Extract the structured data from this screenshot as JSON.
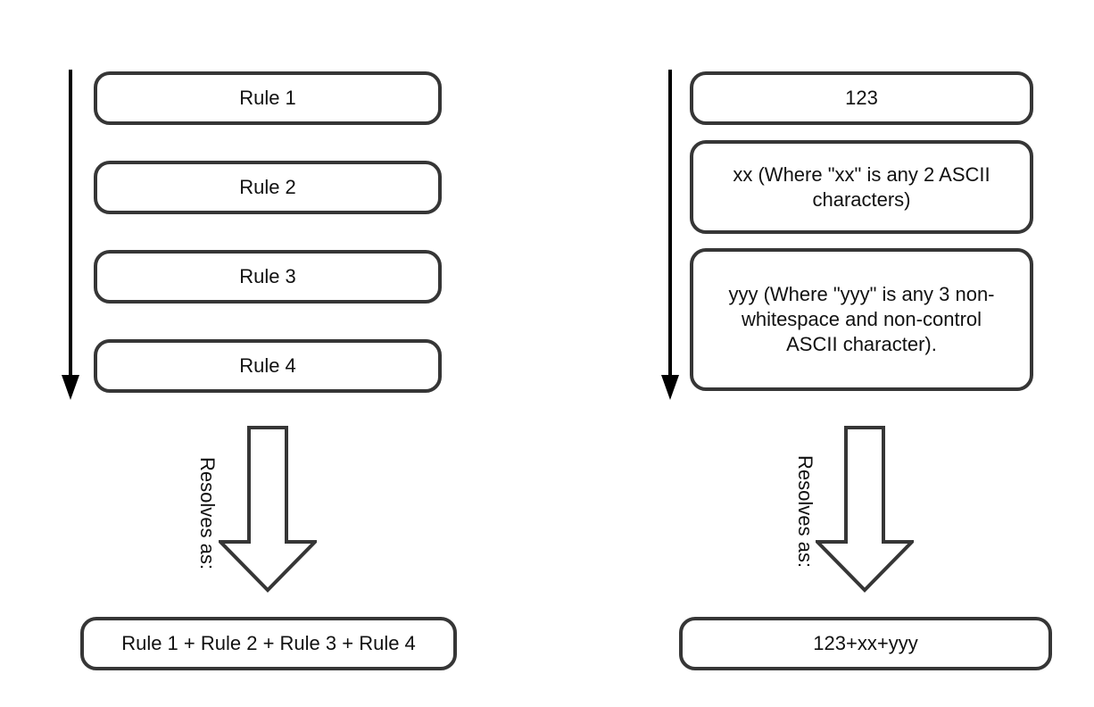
{
  "diagram": {
    "left_flow": {
      "rules": [
        "Rule 1",
        "Rule 2",
        "Rule 3",
        "Rule 4"
      ],
      "resolves_label": "Resolves as:",
      "result": "Rule 1 + Rule 2 + Rule 3 + Rule 4"
    },
    "right_flow": {
      "rules": [
        "123",
        "xx (Where \"xx\" is any 2 ASCII\ncharacters)",
        "yyy (Where \"yyy\" is any 3 non-\nwhitespace and non-control\nASCII character)."
      ],
      "resolves_label": "Resolves as:",
      "result": "123+xx+yyy"
    },
    "colors": {
      "stroke": "#363636",
      "text": "#111111",
      "sequence_arrow": "#000000",
      "background": "#ffffff"
    }
  }
}
